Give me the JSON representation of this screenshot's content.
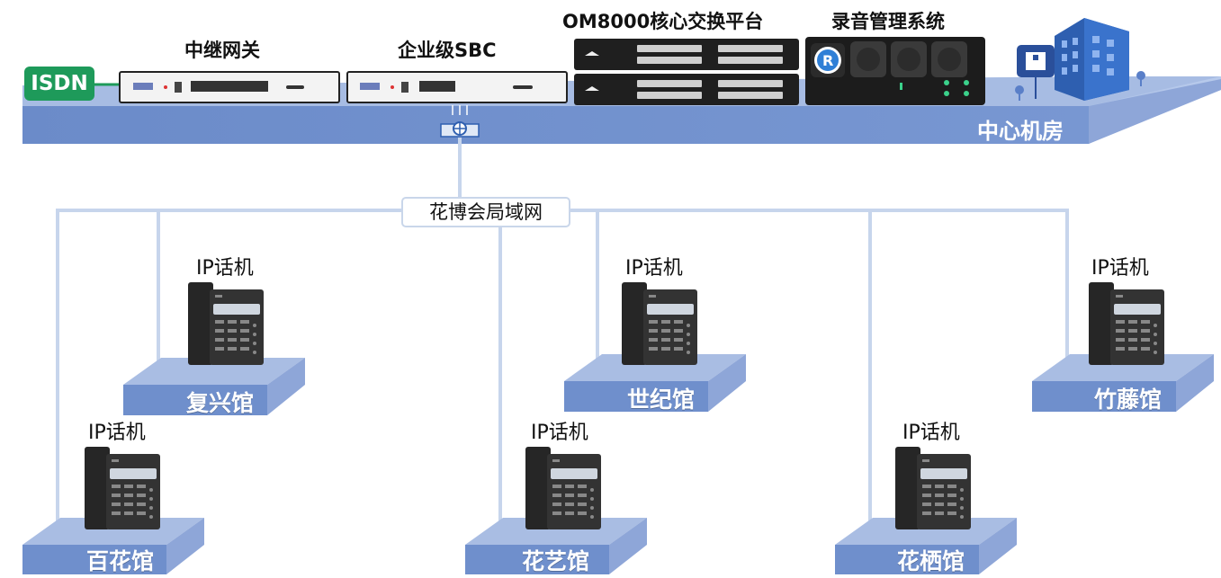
{
  "devices": {
    "isdn": "ISDN",
    "trunk_gateway": "中继网关",
    "sbc": "企业级SBC",
    "core_switch": "OM8000核心交换平台",
    "recording": "录音管理系统"
  },
  "center_room": "中心机房",
  "lan": "花博会局域网",
  "phone_label": "IP话机",
  "venues": [
    "复兴馆",
    "百花馆",
    "花艺馆",
    "世纪馆",
    "花栖馆",
    "竹藤馆"
  ],
  "colors": {
    "platform_top": "#a9bde3",
    "platform_front": "#6f8fcc",
    "line": "#c7d5ec",
    "isdn_green": "#1e9a5a",
    "phone_body": "#2a2a2a",
    "building_blue": "#2e5fb0"
  }
}
